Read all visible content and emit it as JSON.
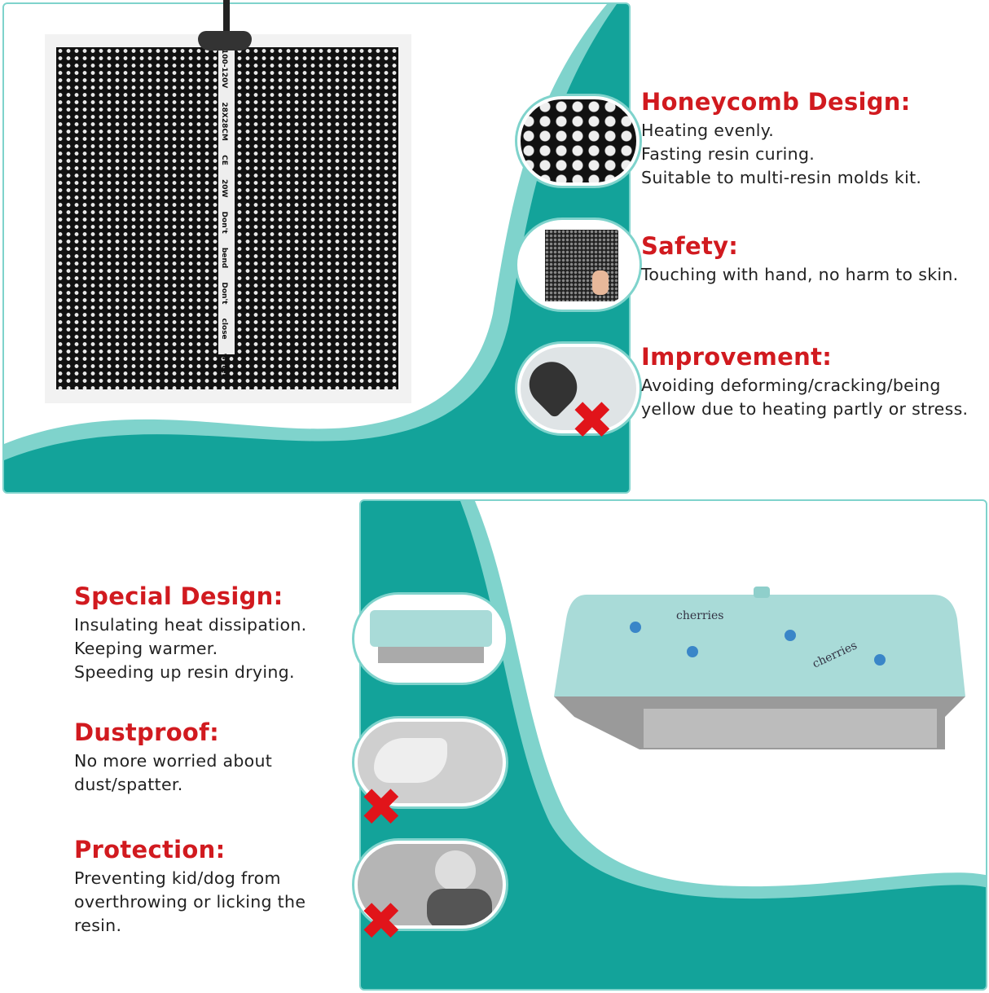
{
  "colors": {
    "teal": "#13a39a",
    "light_teal": "#7fd3cc",
    "heading_red": "#d11a1f"
  },
  "heating_pad": {
    "label_strip": "100-120V  28X28CM  CE  20W  Don't bend  Don't close water"
  },
  "top_features": [
    {
      "title": "Honeycomb Design:",
      "lines": [
        "Heating evenly.",
        "Fasting resin curing.",
        "Suitable to multi-resin molds kit."
      ]
    },
    {
      "title": "Safety:",
      "lines": [
        "Touching with hand, no harm to skin."
      ]
    },
    {
      "title": "Improvement:",
      "lines": [
        "Avoiding deforming/cracking/being",
        "yellow due to heating partly or stress."
      ]
    }
  ],
  "bottom_features": [
    {
      "title": "Special Design:",
      "lines": [
        "Insulating heat dissipation.",
        "Keeping warmer.",
        "Speeding up resin drying."
      ]
    },
    {
      "title": "Dustproof:",
      "lines": [
        "No more worried about",
        "dust/spatter."
      ]
    },
    {
      "title": "Protection:",
      "lines": [
        "Preventing kid/dog from",
        "overthrowing or licking the",
        "resin."
      ]
    }
  ],
  "cover_print": "cherries",
  "icons": [
    "cross-mark-icon"
  ]
}
